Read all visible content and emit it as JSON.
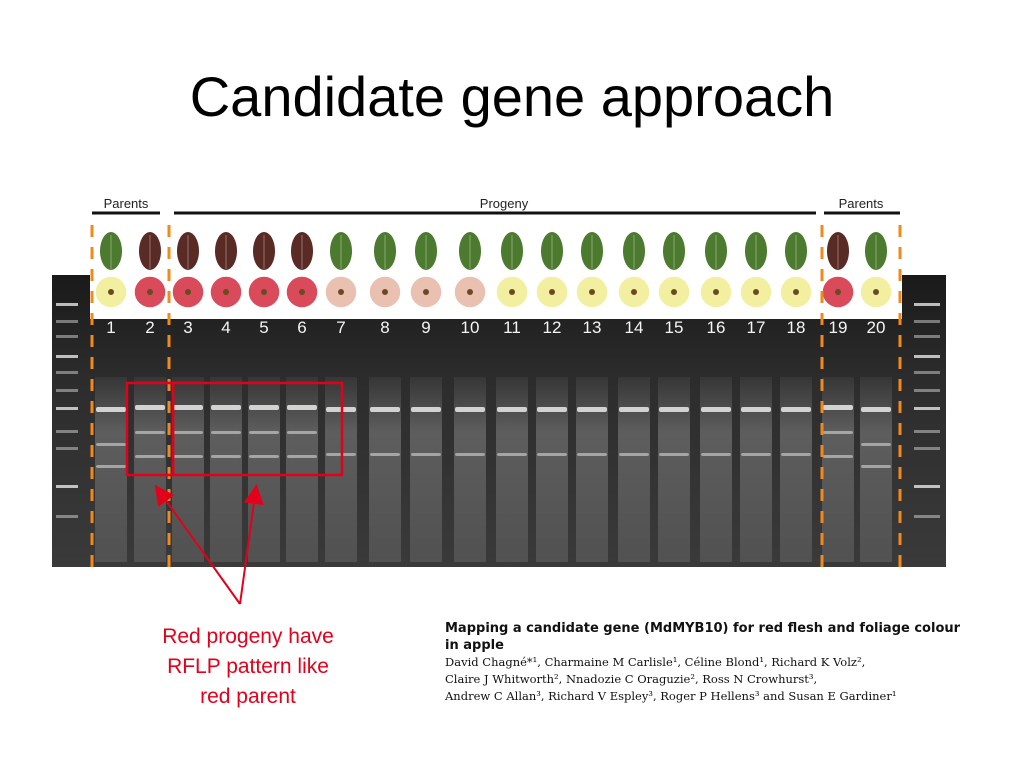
{
  "slide": {
    "title": "Candidate gene approach"
  },
  "gel": {
    "group_labels": {
      "parents_left": "Parents",
      "progeny": "Progeny",
      "parents_right": "Parents"
    },
    "lanes": [
      {
        "num": "1",
        "leaf": "green",
        "fruit": "yellow"
      },
      {
        "num": "2",
        "leaf": "red",
        "fruit": "red"
      },
      {
        "num": "3",
        "leaf": "red",
        "fruit": "red"
      },
      {
        "num": "4",
        "leaf": "red",
        "fruit": "red"
      },
      {
        "num": "5",
        "leaf": "red",
        "fruit": "red"
      },
      {
        "num": "6",
        "leaf": "red",
        "fruit": "red"
      },
      {
        "num": "7",
        "leaf": "green",
        "fruit": "pink"
      },
      {
        "num": "8",
        "leaf": "green",
        "fruit": "pink"
      },
      {
        "num": "9",
        "leaf": "green",
        "fruit": "pink"
      },
      {
        "num": "10",
        "leaf": "green",
        "fruit": "pink"
      },
      {
        "num": "11",
        "leaf": "green",
        "fruit": "yellow"
      },
      {
        "num": "12",
        "leaf": "green",
        "fruit": "yellow"
      },
      {
        "num": "13",
        "leaf": "green",
        "fruit": "yellow"
      },
      {
        "num": "14",
        "leaf": "green",
        "fruit": "yellow"
      },
      {
        "num": "15",
        "leaf": "green",
        "fruit": "yellow"
      },
      {
        "num": "16",
        "leaf": "green",
        "fruit": "yellow"
      },
      {
        "num": "17",
        "leaf": "green",
        "fruit": "yellow"
      },
      {
        "num": "18",
        "leaf": "green",
        "fruit": "yellow"
      },
      {
        "num": "19",
        "leaf": "red",
        "fruit": "red"
      },
      {
        "num": "20",
        "leaf": "green",
        "fruit": "yellow"
      }
    ],
    "colors": {
      "leaf_green": "#4c7a2e",
      "leaf_red": "#5a2a24",
      "fruit_yellow": "#f2efa0",
      "fruit_red": "#d94a5a",
      "fruit_pink": "#eac0b0",
      "divider": "#f08a1e",
      "highlight": "#e3001b"
    }
  },
  "callout": {
    "lines": [
      "Red progeny have",
      "RFLP pattern like",
      "red parent"
    ]
  },
  "citation": {
    "title": "Mapping a candidate gene (MdMYB10) for red flesh and foliage colour in apple",
    "authors_lines": [
      "David Chagné*¹, Charmaine M Carlisle¹, Céline Blond¹, Richard K Volz²,",
      "Claire J Whitworth², Nnadozie C Oraguzie², Ross N Crowhurst³,",
      "Andrew C Allan³, Richard V Espley³, Roger P Hellens³ and Susan E Gardiner¹"
    ]
  }
}
